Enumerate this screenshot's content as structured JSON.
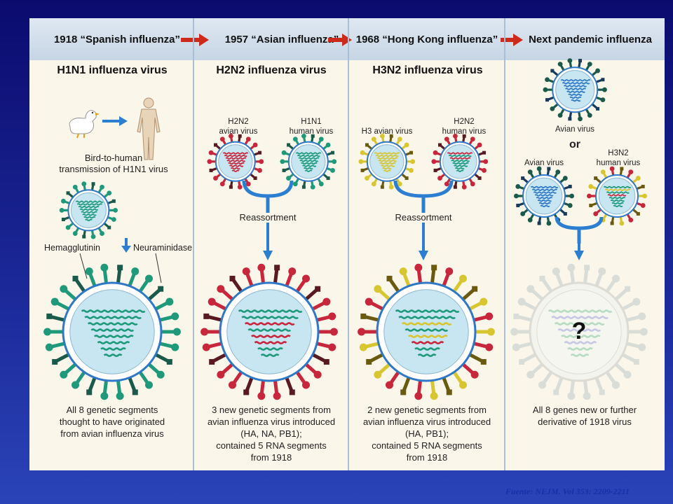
{
  "headers": [
    "1918 “Spanish influenza”",
    "1957 “Asian influenza”",
    "1968 “Hong Kong influenza”",
    "Next pandemic influenza"
  ],
  "titles": [
    "H1N1 influenza virus",
    "H2N2 influenza virus",
    "H3N2 influenza virus"
  ],
  "col1": {
    "transmission": "Bird-to-human\ntransmission of H1N1 virus",
    "ha": "Hemagglutinin",
    "na": "Neuraminidase",
    "desc": "All 8 genetic segments\nthought to have originated\nfrom avian influenza virus"
  },
  "col2": {
    "left": "H2N2\navian virus",
    "right": "H1N1\nhuman virus",
    "reassort": "Reassortment",
    "desc": "3 new genetic segments from\navian influenza virus introduced\n(HA, NA, PB1);\ncontained 5 RNA segments\nfrom 1918"
  },
  "col3": {
    "left": "H3 avian virus",
    "right": "H2N2\nhuman virus",
    "reassort": "Reassortment",
    "desc": "2 new genetic segments from\navian influenza virus introduced\n(HA, PB1);\ncontained 5 RNA segments\nfrom 1918"
  },
  "col4": {
    "top": "Avian virus",
    "or": "or",
    "left": "Avian virus",
    "right": "H3N2\nhuman virus",
    "question": "?",
    "desc": "All 8 genes new or further\nderivative of 1918 virus"
  },
  "source": "Fuente:  NEJM. Vol 353: 2209-2211",
  "colors": {
    "green": "#1e9a7a",
    "red": "#c8263b",
    "yellow": "#d8c631",
    "blue": "#2f78c8",
    "dark": "#1a5a4a",
    "arrow": "#2c7fd0",
    "header_arrow": "#cc2a1a"
  }
}
